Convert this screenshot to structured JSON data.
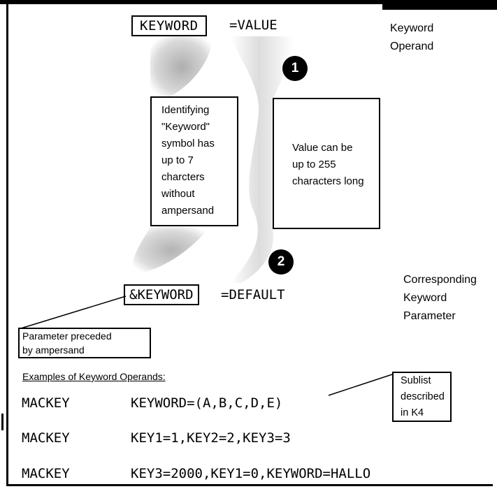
{
  "keyword_operand": {
    "keyword": "KEYWORD",
    "value": "=VALUE",
    "label": [
      "Keyword",
      "Operand"
    ]
  },
  "callouts": {
    "badge_1": "1",
    "badge_2": "2",
    "identifying_note": [
      "Identifying",
      "\"Keyword\"",
      "symbol has",
      "up to 7",
      "charcters",
      "without",
      "ampersand"
    ],
    "value_note": [
      "Value can be",
      "up to 255",
      "characters long"
    ]
  },
  "keyword_parameter": {
    "keyword": "&KEYWORD",
    "default": "=DEFAULT",
    "label": [
      "Corresponding",
      "Keyword",
      "Parameter"
    ],
    "ampersand_note": [
      "Parameter preceded",
      "by ampersand"
    ]
  },
  "examples": {
    "heading": "Examples of Keyword Operands:",
    "sublist_note": [
      "Sublist",
      "described",
      "in K4"
    ],
    "rows": [
      {
        "name": "MACKEY",
        "operand": "KEYWORD=(A,B,C,D,E)"
      },
      {
        "name": "MACKEY",
        "operand": "KEY1=1,KEY2=2,KEY3=3"
      },
      {
        "name": "MACKEY",
        "operand": "KEY3=2000,KEY1=0,KEYWORD=HALLO"
      }
    ]
  },
  "colors": {
    "ink": "#000000",
    "shade": "#bdbdbd",
    "paper": "#ffffff"
  }
}
